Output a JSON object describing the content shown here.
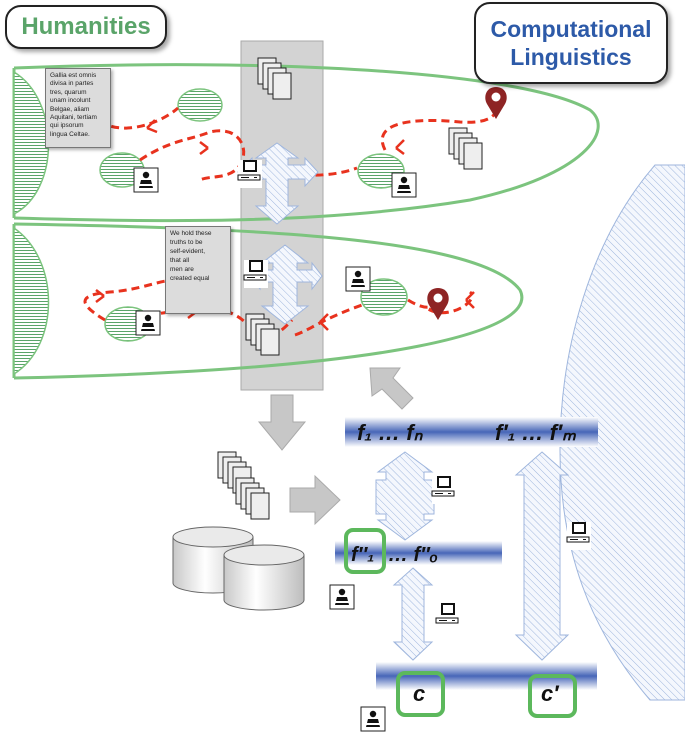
{
  "labels": {
    "humanities": "Humanities",
    "cl_line1": "Computational",
    "cl_line2": "Linguistics"
  },
  "notes": {
    "latin": [
      "Gallia est omnis",
      "divisa in partes",
      "tres, quarum",
      "unam incolunt",
      "Belgae, aliam",
      "Aquitani, tertiam",
      "qui ipsorum",
      "lingua Celtae."
    ],
    "english": [
      "We hold these",
      "truths to be",
      "self-evident,",
      "that all",
      "men are",
      "created equal"
    ]
  },
  "features": {
    "f_row": "f₁ … fₙ",
    "fprime_row": "f′₁ … f′ₘ",
    "fdouble_first": "f′′₁",
    "fdouble_rest": "… f′′ₒ",
    "c": "c",
    "cprime": "c′"
  },
  "colors": {
    "humanities_green": "#5aa469",
    "cl_blue": "#2d5aa8",
    "path_red": "#e8321e",
    "pin": "#8e2424",
    "highlight": "#5cb85c"
  },
  "icons": [
    "reader-icon",
    "computer-icon",
    "document-stack-icon",
    "database-icon",
    "location-pin-icon",
    "paper-note-icon"
  ]
}
